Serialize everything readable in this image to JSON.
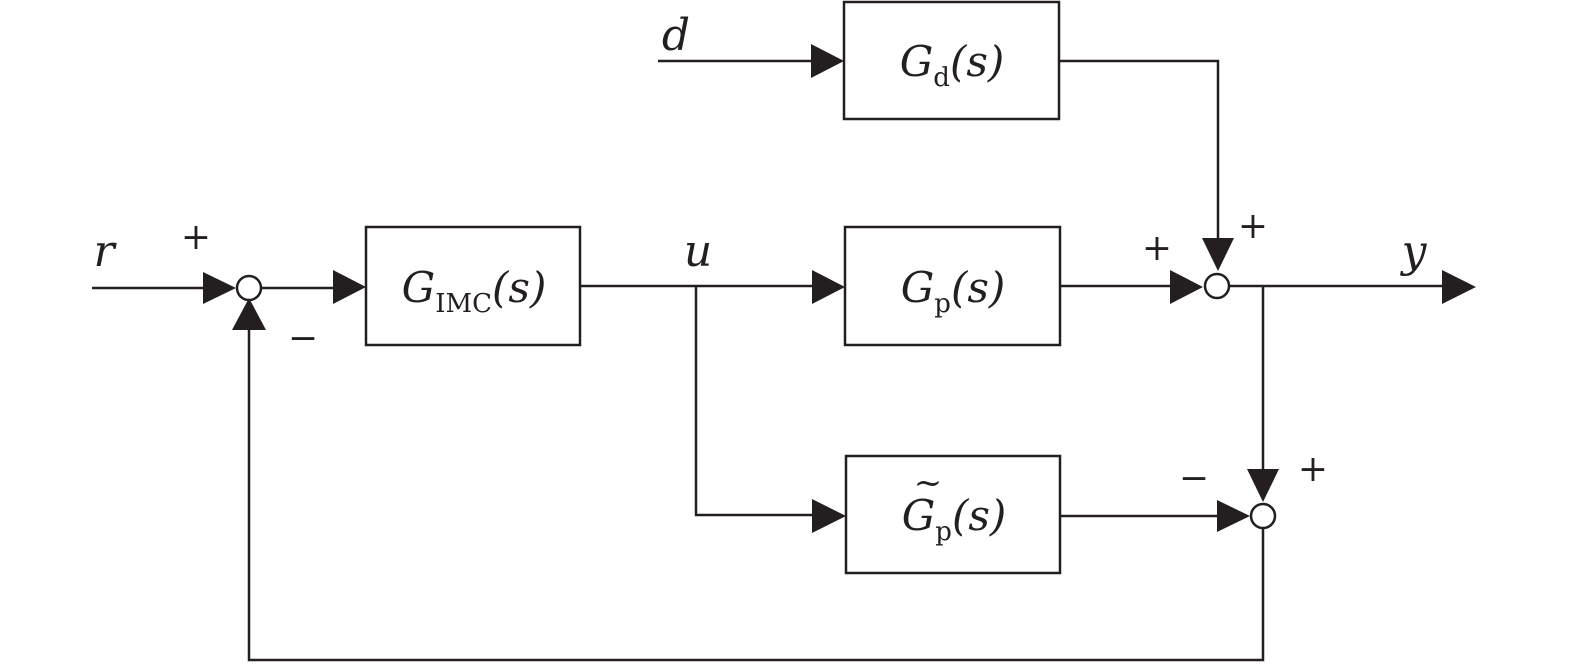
{
  "blocks": {
    "disturbance": {
      "letter": "G",
      "sub": "d",
      "arg": "(s)"
    },
    "controller": {
      "letter": "G",
      "sub": "IMC",
      "arg": "(s)"
    },
    "plant": {
      "letter": "G",
      "sub": "p",
      "arg": "(s)"
    },
    "model": {
      "tilde": "~",
      "letter": "G",
      "sub": "p",
      "arg": "(s)"
    }
  },
  "signals": {
    "reference": "r",
    "disturbance": "d",
    "control": "u",
    "output": "y"
  },
  "signs": {
    "sum1_in": "+",
    "sum1_fb": "−",
    "sum2_plant": "+",
    "sum2_dist": "+",
    "sum3_out": "+",
    "sum3_model": "−"
  },
  "colors": {
    "line": "#231f20",
    "background": "#ffffff"
  }
}
